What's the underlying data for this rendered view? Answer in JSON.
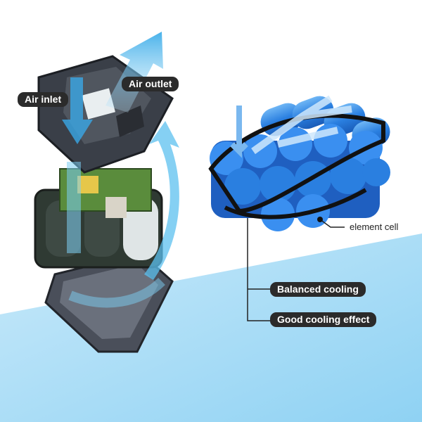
{
  "labels": {
    "air_inlet": "Air inlet",
    "air_outlet": "Air outlet",
    "element_cell": "element cell",
    "balanced_cooling": "Balanced cooling",
    "good_cooling_effect": "Good cooling effect"
  },
  "colors": {
    "background_top": "#ffffff",
    "background_bottom": "#a9dcf5",
    "cell_blue": "#2a7fe0",
    "airflow_arrow": "#5cc0ef",
    "label_bg": "#2b2b2b",
    "housing": "#3a3f48"
  }
}
